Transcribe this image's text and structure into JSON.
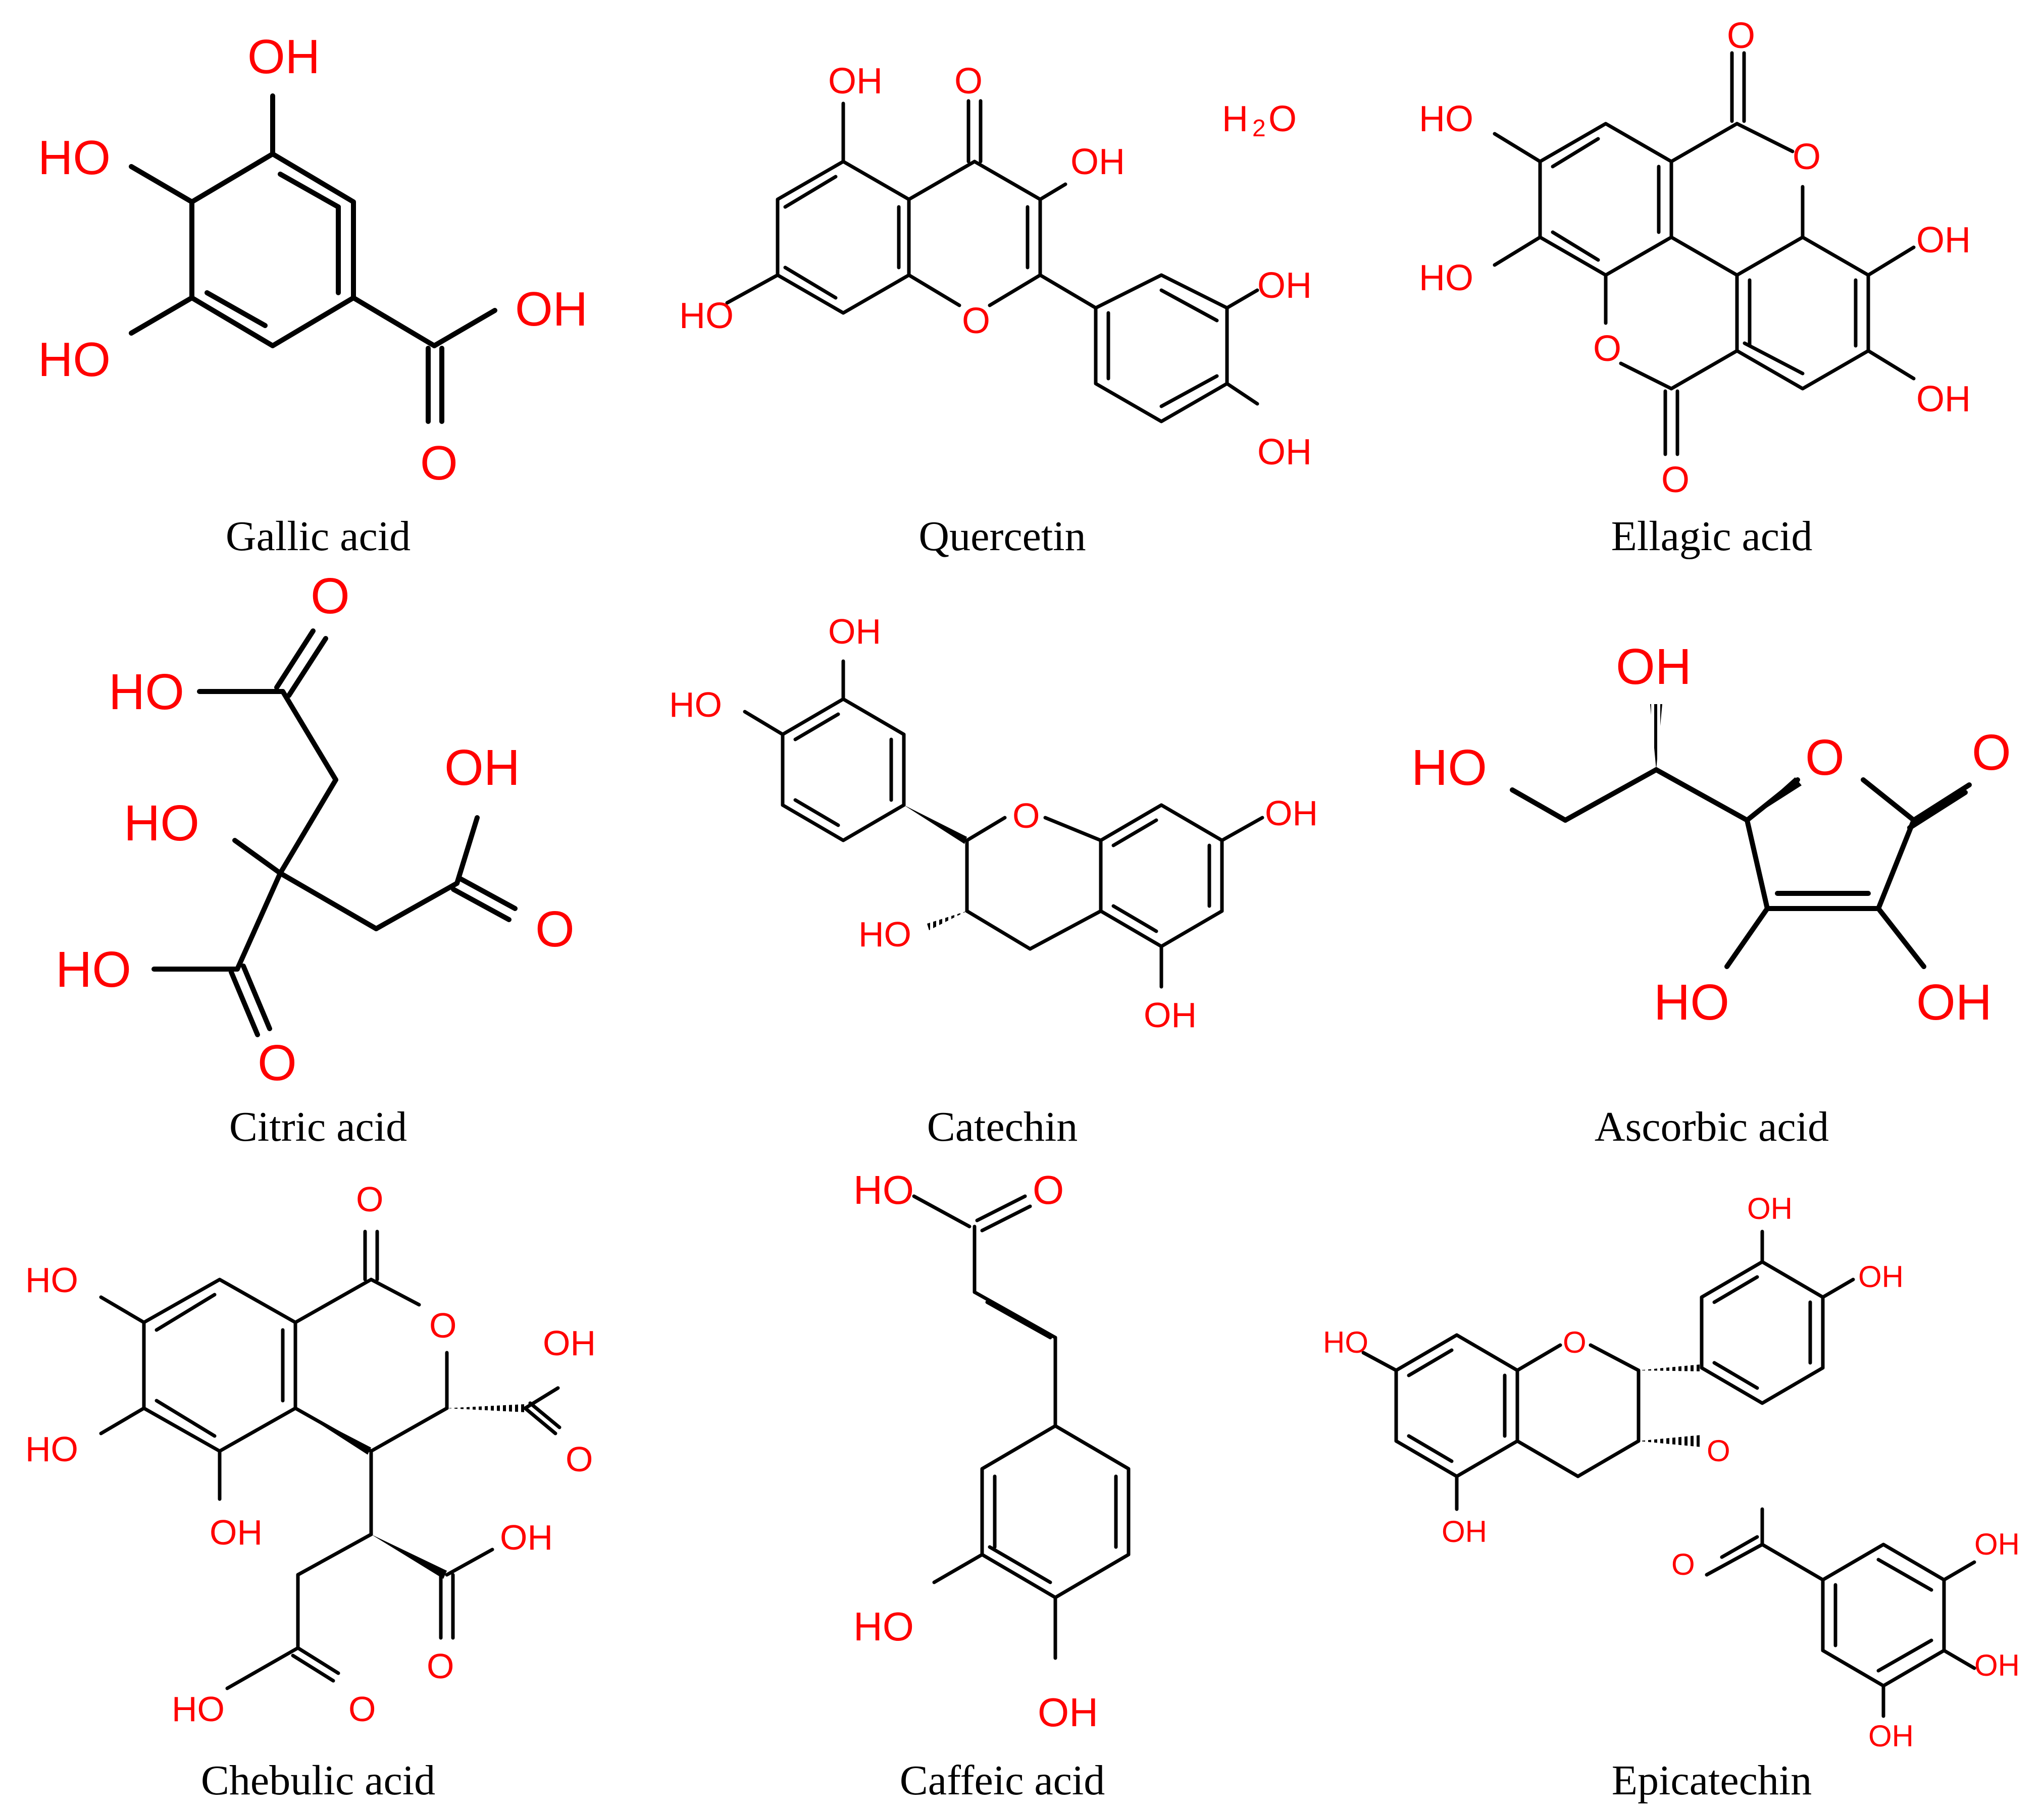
{
  "colors": {
    "atom": "#ff0000",
    "bond": "#000000",
    "caption": "#000000",
    "background": "#ffffff"
  },
  "structures": [
    {
      "name": "Gallic acid",
      "labels": [
        "OH",
        "HO",
        "HO",
        "OH",
        "O"
      ]
    },
    {
      "name": "Quercetin",
      "labels": [
        "OH",
        "O",
        "H",
        "2",
        "O",
        "OH",
        "HO",
        "O",
        "OH",
        "OH"
      ]
    },
    {
      "name": "Ellagic acid",
      "labels": [
        "O",
        "HO",
        "O",
        "OH",
        "HO",
        "O",
        "OH",
        "O"
      ]
    },
    {
      "name": "Citric acid",
      "labels": [
        "O",
        "HO",
        "OH",
        "HO",
        "O",
        "HO",
        "O"
      ]
    },
    {
      "name": "Catechin",
      "labels": [
        "OH",
        "HO",
        "O",
        "OH",
        "HO",
        "OH"
      ]
    },
    {
      "name": "Ascorbic acid",
      "labels": [
        "OH",
        "HO",
        "O",
        "O",
        "HO",
        "OH"
      ]
    },
    {
      "name": "Chebulic acid",
      "labels": [
        "O",
        "HO",
        "O",
        "OH",
        "O",
        "HO",
        "OH",
        "OH",
        "O",
        "HO",
        "O"
      ]
    },
    {
      "name": "Caffeic acid",
      "labels": [
        "HO",
        "O",
        "HO",
        "OH"
      ]
    },
    {
      "name": "Epicatechin",
      "labels": [
        "OH",
        "OH",
        "HO",
        "O",
        "O",
        "O",
        "OH",
        "OH",
        "OH",
        "OH"
      ]
    }
  ]
}
